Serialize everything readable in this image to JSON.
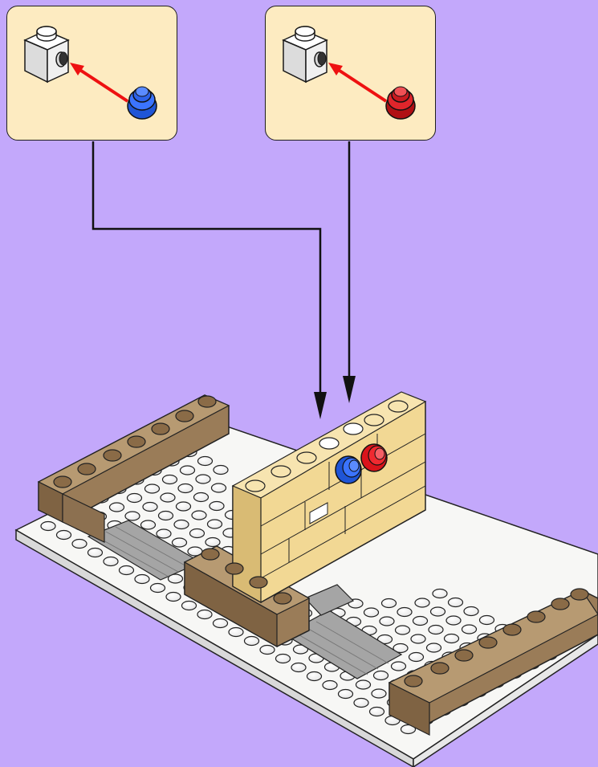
{
  "scene": {
    "type": "building-instructions-step",
    "background_color": "#c3a8fb",
    "callout_color": "#fdebc1"
  },
  "callouts": [
    {
      "part": "round-plate-1x1",
      "color_name": "blue",
      "color": "#1f55d6",
      "attach_to": "brick-1x1-with-side-stud",
      "arrow_color": "#ee1111"
    },
    {
      "part": "round-plate-1x1",
      "color_name": "red",
      "color": "#d9141b",
      "attach_to": "brick-1x1-with-side-stud",
      "arrow_color": "#ee1111"
    }
  ],
  "model": {
    "baseplate_color": "#f7f7f5",
    "wall_color": "#f2d894",
    "foundation_color": "#9a7c58",
    "tile_color": "#9a9a9a"
  }
}
